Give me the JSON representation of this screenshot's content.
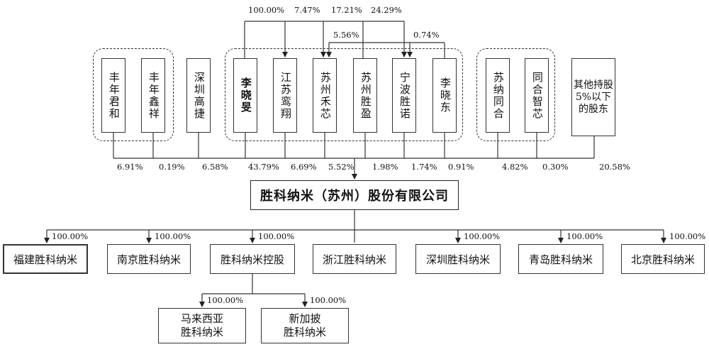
{
  "top_percentages": [
    "100.00%",
    "7.47%",
    "17.21%",
    "24.29%"
  ],
  "cross_percentages": [
    "5.56%",
    "0.74%"
  ],
  "shareholders": [
    {
      "id": "fengnian-junhe",
      "name": "丰年君和",
      "pct": "6.91%"
    },
    {
      "id": "fengnian-xinxiang",
      "name": "丰年鑫祥",
      "pct": "0.19%"
    },
    {
      "id": "shenzhen-gaojie",
      "name": "深圳高捷",
      "pct": "6.58%"
    },
    {
      "id": "li-xiaomin",
      "name": "李晓旻",
      "pct": "43.79%"
    },
    {
      "id": "jiangsu-luanxiang",
      "name": "江苏鸾翔",
      "pct": "6.69%"
    },
    {
      "id": "suzhou-hexin",
      "name": "苏州禾芯",
      "pct": "5.52%"
    },
    {
      "id": "suzhou-shengying",
      "name": "苏州胜盈",
      "pct": "1.98%"
    },
    {
      "id": "ningbo-shengnuo",
      "name": "宁波胜诺",
      "pct": "1.74%"
    },
    {
      "id": "li-xiaodong",
      "name": "李晓东",
      "pct": "0.91%"
    },
    {
      "id": "suna-tonghe",
      "name": "苏纳同合",
      "pct": "4.82%"
    },
    {
      "id": "tonghe-zhixin",
      "name": "同合智芯",
      "pct": "0.30%"
    },
    {
      "id": "other-holders",
      "name": "其他持股5%以下的股东",
      "pct": "20.58%"
    }
  ],
  "company": "胜科纳米（苏州）股份有限公司",
  "subsidiaries": [
    {
      "id": "fujian",
      "name": "福建胜科纳米",
      "pct": "100.00%"
    },
    {
      "id": "nanjing",
      "name": "南京胜科纳米",
      "pct": "100.00%"
    },
    {
      "id": "holdings",
      "name": "胜科纳米控股",
      "pct": "100.00%"
    },
    {
      "id": "zhejiang",
      "name": "浙江胜科纳米",
      "pct": ""
    },
    {
      "id": "shenzhen",
      "name": "深圳胜科纳米",
      "pct": "100.00%"
    },
    {
      "id": "qingdao",
      "name": "青岛胜科纳米",
      "pct": "100.00%"
    },
    {
      "id": "beijing",
      "name": "北京胜科纳米",
      "pct": "100.00%"
    }
  ],
  "sub_subsidiaries": [
    {
      "id": "malaysia",
      "lines": [
        "马来西亚",
        "胜科纳米"
      ],
      "pct": "100.00%"
    },
    {
      "id": "singapore",
      "lines": [
        "新加披",
        "胜科纳米"
      ],
      "pct": "100.00%"
    }
  ]
}
